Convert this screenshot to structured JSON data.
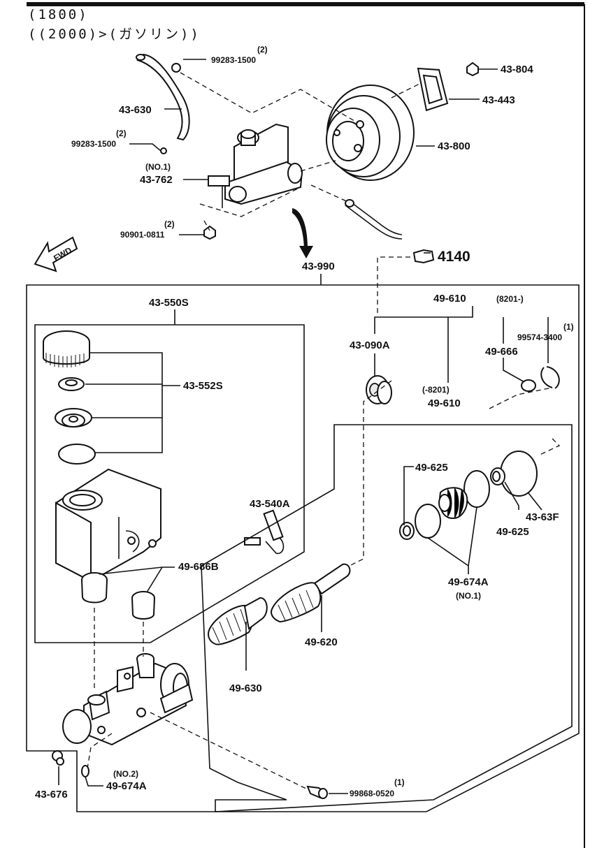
{
  "header": {
    "line1": "(1800)",
    "line2": "((2000)>(ガソリン))"
  },
  "labels": {
    "p43_630_top": "43-630",
    "p99283_1500_a": "99283-1500",
    "p99283_1500_a_qty": "(2)",
    "p99283_1500_b": "99283-1500",
    "p99283_1500_b_qty": "(2)",
    "p43_762_note": "(NO.1)",
    "p43_762": "43-762",
    "p90901_0811": "90901-0811",
    "p90901_0811_qty": "(2)",
    "p43_804": "43-804",
    "p43_443": "43-443",
    "p43_800": "43-800",
    "ref_4140": "4140",
    "p43_990": "43-990",
    "fwd": "FWD",
    "p43_550S": "43-550S",
    "p43_552S": "43-552S",
    "p43_540A": "43-540A",
    "p49_686B": "49-686B",
    "p49_610_top": "49-610",
    "p49_610_top_range": "(8201-)",
    "p43_090A": "43-090A",
    "p99574_3400": "99574-3400",
    "p99574_3400_qty": "(1)",
    "p49_666": "49-666",
    "p49_610_mid_range": "(-8201)",
    "p49_610_mid": "49-610",
    "p49_625_a": "49-625",
    "p49_625_b": "49-625",
    "p43_63F": "43-63F",
    "p49_674A": "49-674A",
    "p49_674A_note": "(NO.1)",
    "p49_620": "49-620",
    "p49_630": "49-630",
    "p43_676": "43-676",
    "p49_674A_b_note": "(NO.2)",
    "p49_674A_b": "49-674A",
    "p99868_0520": "99868-0520",
    "p99868_0520_qty": "(1)"
  }
}
